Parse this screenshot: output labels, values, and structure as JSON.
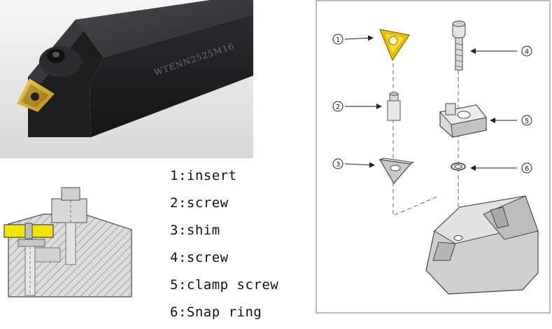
{
  "photo": {
    "holder_marking": "WTENN2525M16"
  },
  "legend": {
    "items": [
      {
        "number": "1",
        "name": "insert"
      },
      {
        "number": "2",
        "name": "screw"
      },
      {
        "number": "3",
        "name": "shim"
      },
      {
        "number": "4",
        "name": "screw"
      },
      {
        "number": "5",
        "name": "clamp screw"
      },
      {
        "number": "6",
        "name": "Snap ring"
      }
    ]
  },
  "exploded_view": {
    "callouts": [
      {
        "id": "1",
        "part": "insert"
      },
      {
        "id": "2",
        "part": "screw"
      },
      {
        "id": "3",
        "part": "shim"
      },
      {
        "id": "4",
        "part": "screw"
      },
      {
        "id": "5",
        "part": "clamp screw"
      },
      {
        "id": "6",
        "part": "Snap ring"
      }
    ]
  },
  "colors": {
    "insert_gold": "#e6c200",
    "holder_black": "#1c1c1e",
    "panel_border": "#b8b8d0",
    "part_gray": "#c9c9c9",
    "section_yellow": "#f2e600"
  }
}
